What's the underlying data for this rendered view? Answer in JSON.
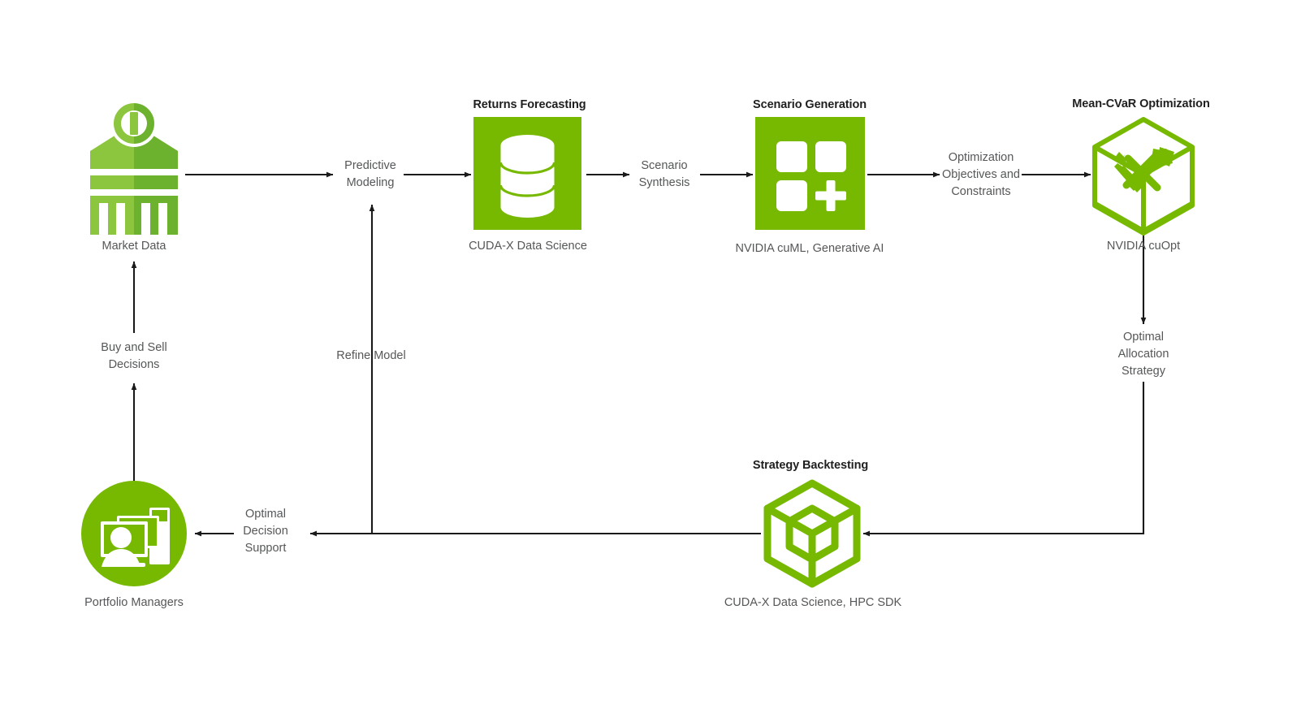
{
  "diagram": {
    "title_text_color": "#1f1f1f",
    "label_text_color": "#555759",
    "brand_green": "#76B900",
    "green_light": "#8CC63E",
    "green_dark": "#6CB22E",
    "arrow_color": "#1a1a1a",
    "background": "#ffffff"
  },
  "nodes": {
    "market_data": {
      "title": "",
      "caption": "Market Data",
      "icon": "bank-icon"
    },
    "returns_forecasting": {
      "title": "Returns Forecasting",
      "caption": "CUDA-X Data Science",
      "icon": "database-icon"
    },
    "scenario_generation": {
      "title": "Scenario Generation",
      "caption": "NVIDIA cuML, Generative AI",
      "icon": "grid-plus-icon"
    },
    "mean_cvar_optimization": {
      "title": "Mean-CVaR Optimization",
      "caption": "NVIDIA cuOpt",
      "icon": "cube-tools-icon"
    },
    "strategy_backtesting": {
      "title": "Strategy Backtesting",
      "caption": "CUDA-X Data Science, HPC SDK",
      "icon": "cube-icon"
    },
    "portfolio_managers": {
      "title": "",
      "caption": "Portfolio Managers",
      "icon": "workstation-person-icon"
    }
  },
  "edges": {
    "predictive_modeling": {
      "line1": "Predictive",
      "line2": "Modeling"
    },
    "scenario_synthesis": {
      "line1": "Scenario",
      "line2": "Synthesis"
    },
    "optimization_objectives": {
      "line1": "Optimization",
      "line2": "Objectives  and",
      "line3": "Constraints"
    },
    "optimal_allocation": {
      "line1": "Optimal",
      "line2": "Allocation",
      "line3": "Strategy"
    },
    "optimal_decision_support": {
      "line1": "Optimal",
      "line2": "Decision",
      "line3": "Support"
    },
    "refine_model": {
      "line1": "Refine Model"
    },
    "buy_and_sell": {
      "line1": "Buy and Sell",
      "line2": "Decisions"
    }
  }
}
